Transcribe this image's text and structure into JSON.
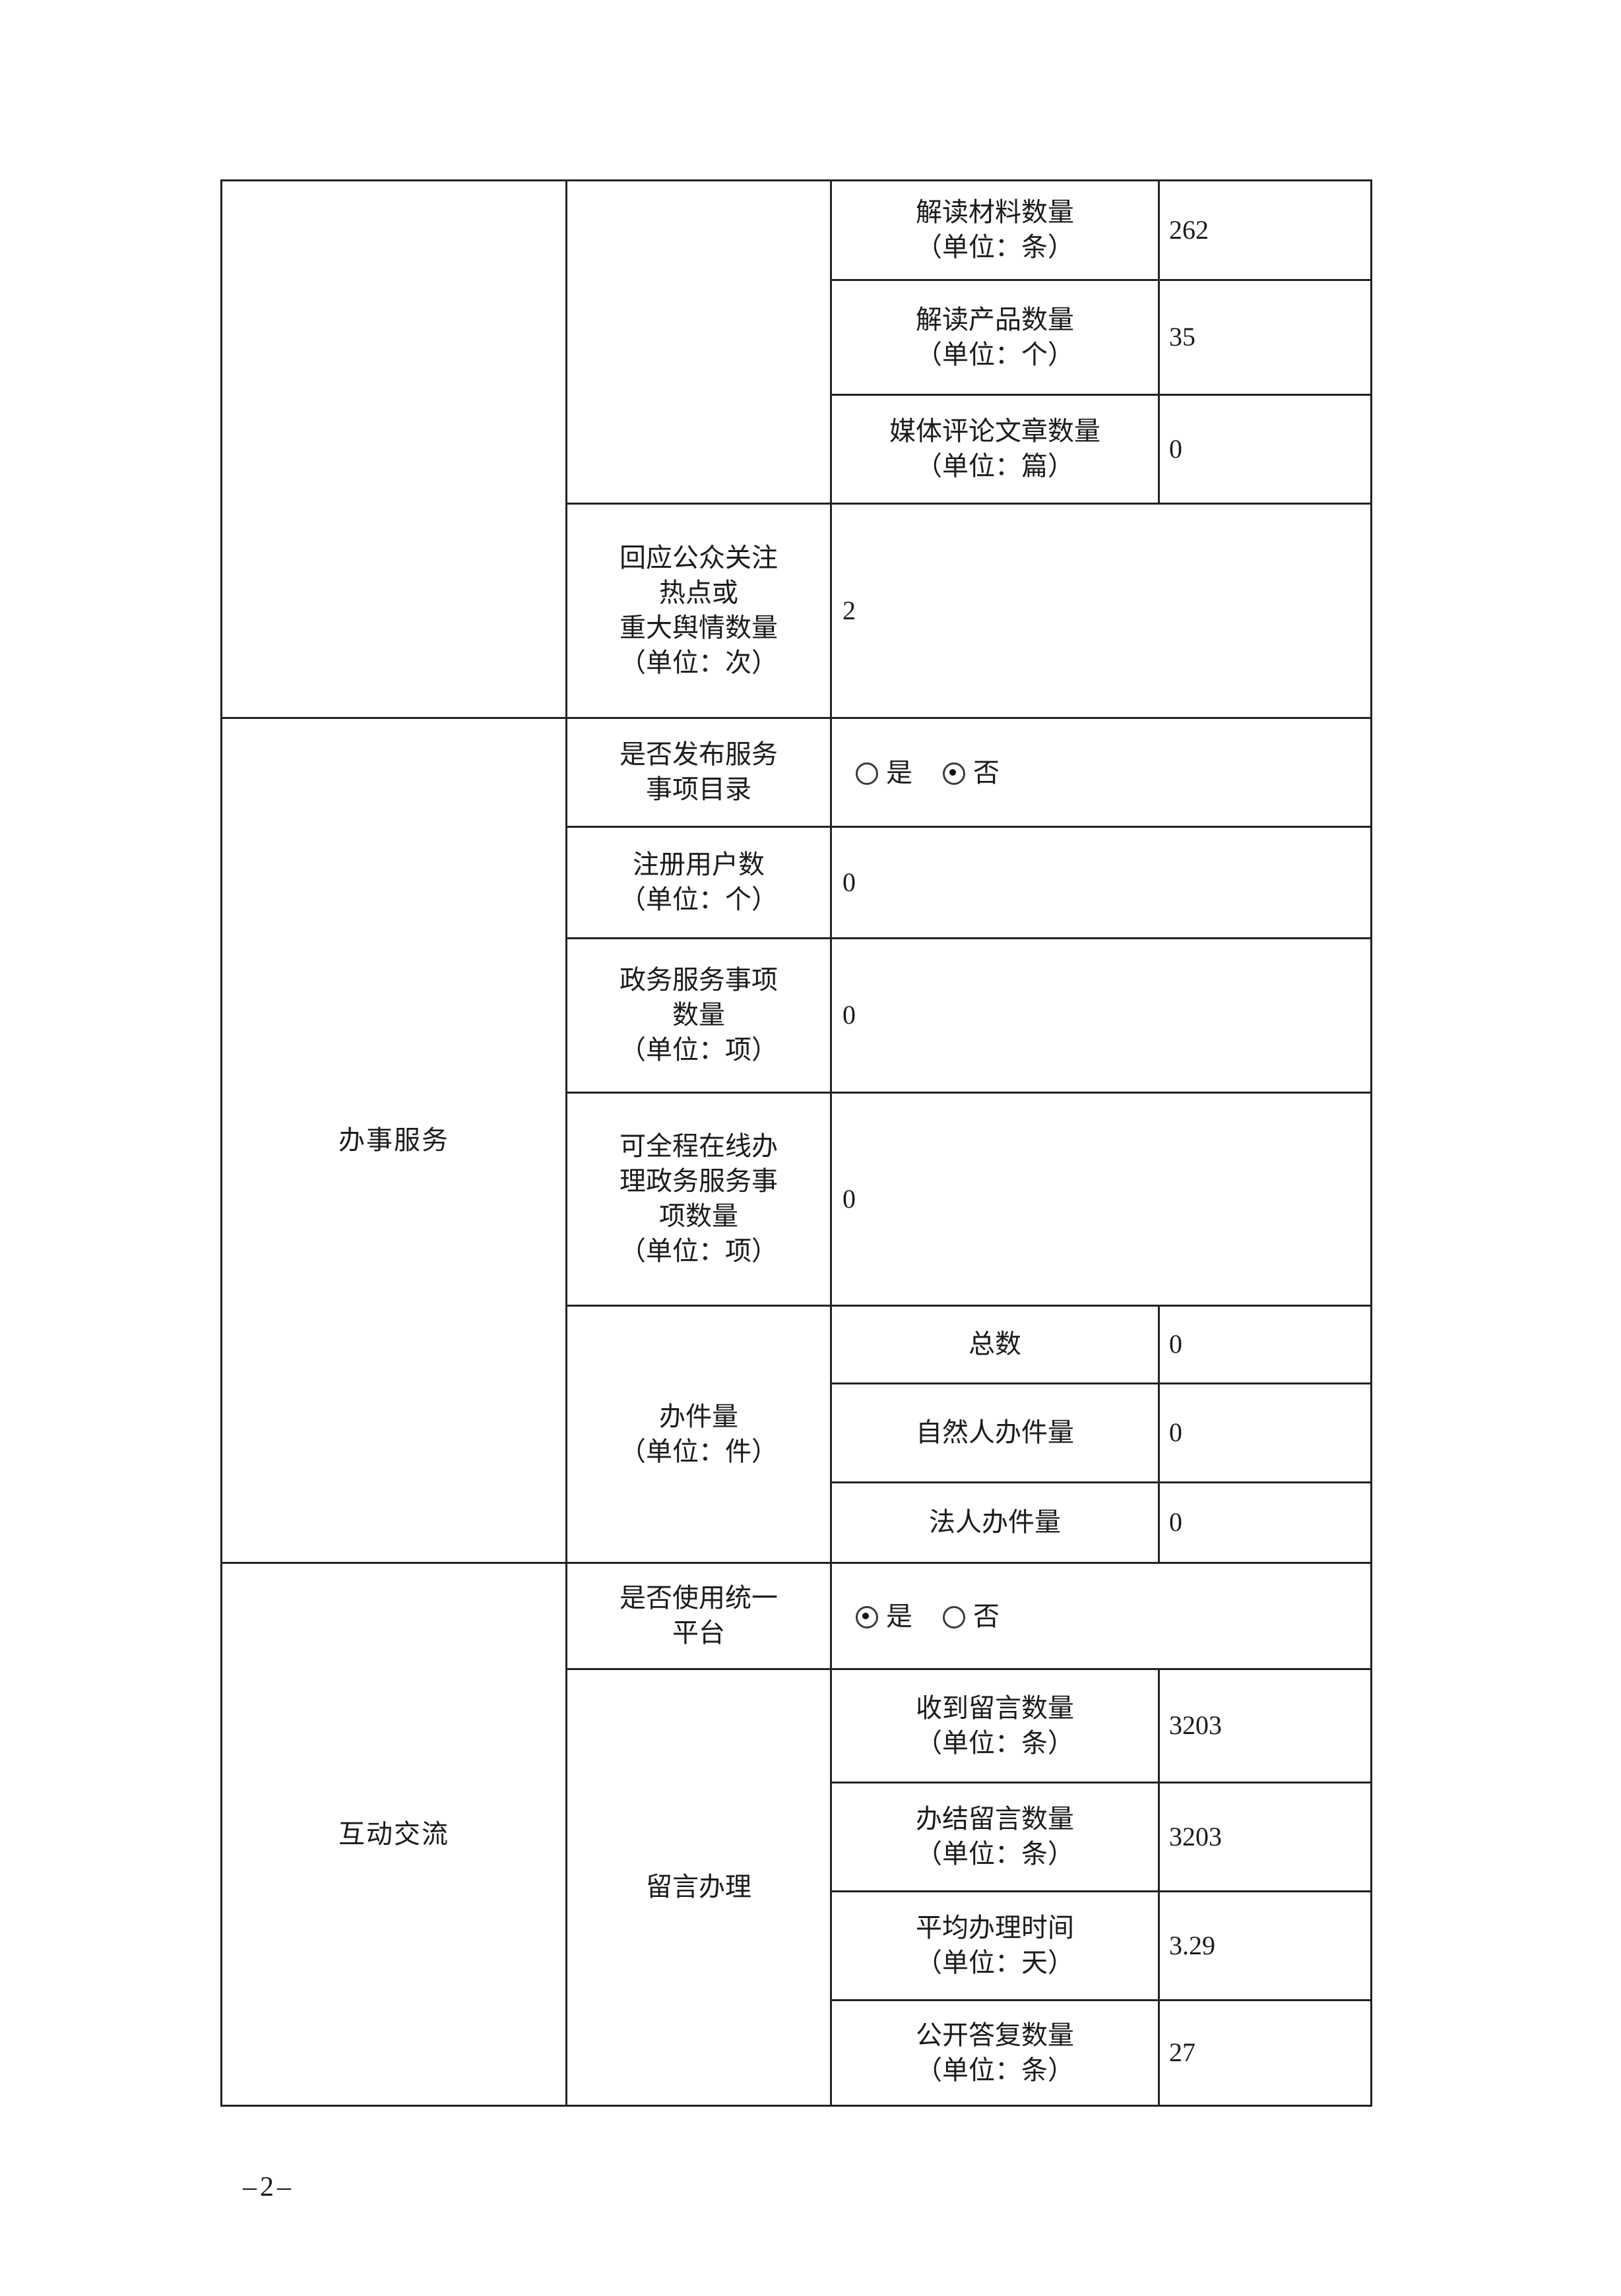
{
  "page_number": "–2–",
  "radio_options": {
    "yes": "是",
    "no": "否"
  },
  "table": {
    "top_section": {
      "rows": [
        {
          "label": "解读材料数量\n（单位：条）",
          "value": "262"
        },
        {
          "label": "解读产品数量\n（单位：个）",
          "value": "35"
        },
        {
          "label": "媒体评论文章数量\n（单位：篇）",
          "value": "0"
        }
      ],
      "response_row": {
        "label": "回应公众关注\n热点或\n重大舆情数量\n（单位：次）",
        "value": "2"
      }
    },
    "service_section": {
      "title": "办事服务",
      "rows": [
        {
          "label": "是否发布服务\n事项目录",
          "type": "radio",
          "selected": "否"
        },
        {
          "label": "注册用户数\n（单位：个）",
          "value": "0"
        },
        {
          "label": "政务服务事项\n数量\n（单位：项）",
          "value": "0"
        },
        {
          "label": "可全程在线办\n理政务服务事\n项数量\n（单位：项）",
          "value": "0"
        }
      ],
      "volume_group": {
        "label": "办件量\n（单位：件）",
        "rows": [
          {
            "label": "总数",
            "value": "0"
          },
          {
            "label": "自然人办件量",
            "value": "0"
          },
          {
            "label": "法人办件量",
            "value": "0"
          }
        ]
      }
    },
    "interaction_section": {
      "title": "互动交流",
      "rows": [
        {
          "label": "是否使用统一\n平台",
          "type": "radio",
          "selected": "是"
        }
      ],
      "message_group": {
        "label": "留言办理",
        "rows": [
          {
            "label": "收到留言数量\n（单位：条）",
            "value": "3203"
          },
          {
            "label": "办结留言数量\n（单位：条）",
            "value": "3203"
          },
          {
            "label": "平均办理时间\n（单位：天）",
            "value": "3.29"
          },
          {
            "label": "公开答复数量\n（单位：条）",
            "value": "27"
          }
        ]
      }
    }
  }
}
